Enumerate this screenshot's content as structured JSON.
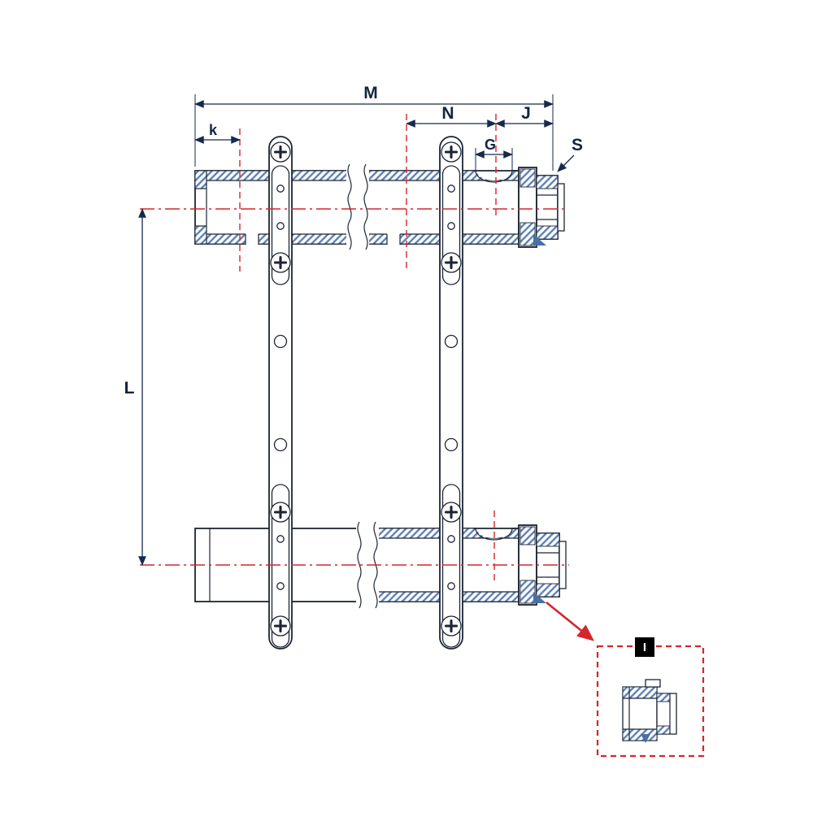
{
  "diagram": {
    "type": "technical-drawing",
    "subject": "Heating manifold section view with mounting brackets, break lines and end-fitting detail callout",
    "dimension_labels": {
      "M": "M",
      "N": "N",
      "J": "J",
      "k": "k",
      "G": "G",
      "S": "S",
      "L": "L"
    },
    "detail_callout": {
      "label": "I"
    },
    "colors": {
      "part_line": "#1c2533",
      "dimension_line": "#162a4e",
      "hatch_blue": "#5d80b4",
      "solid_blue_fill": "#4a6fa5",
      "centerline_red": "#d4262c",
      "detail_box_red": "#d4262c",
      "callout_background": "#000000",
      "callout_text": "#ffffff",
      "background": "#ffffff"
    }
  }
}
